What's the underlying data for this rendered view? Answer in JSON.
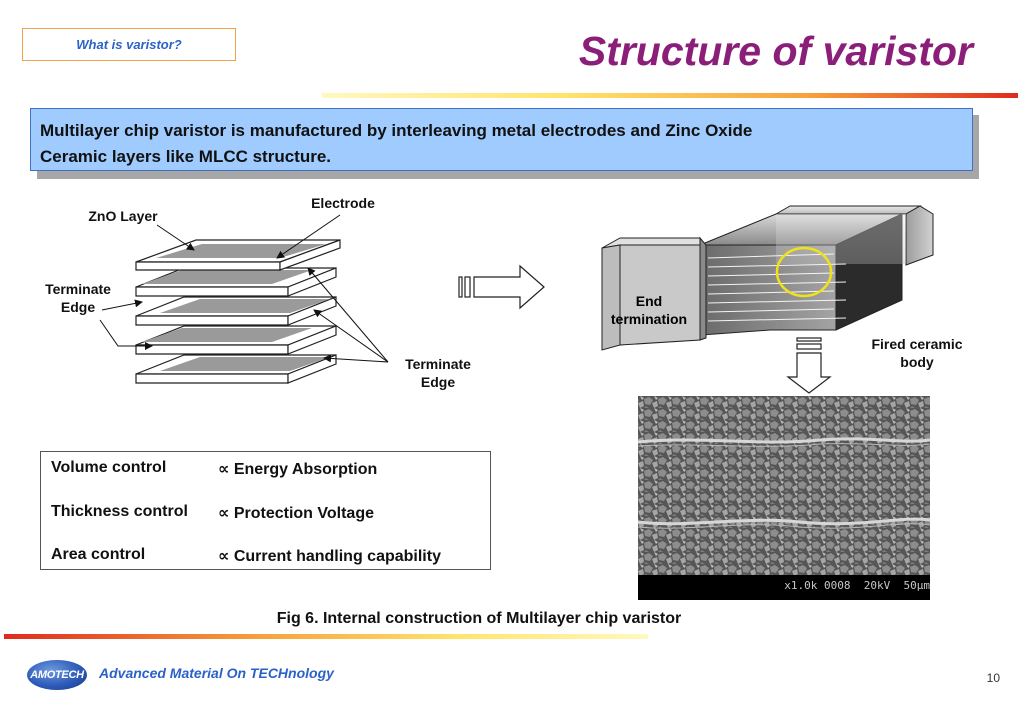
{
  "header": {
    "nav_label": "What is varistor?",
    "title": "Structure of varistor"
  },
  "callout": {
    "line1": "Multilayer chip varistor is manufactured by interleaving metal electrodes and Zinc Oxide",
    "line2": "Ceramic layers like MLCC structure."
  },
  "layer_diagram": {
    "zno_label": "ZnO Layer",
    "electrode_label": "Electrode",
    "left_edge_label": [
      "Terminate",
      "Edge"
    ],
    "right_edge_label": [
      "Terminate",
      "Edge"
    ]
  },
  "chip_diagram": {
    "end_termination_label": [
      "End",
      "termination"
    ],
    "fired_body_label": [
      "Fired ceramic",
      "body"
    ]
  },
  "properties": [
    {
      "control": "Volume control",
      "relation": "∝ Energy Absorption"
    },
    {
      "control": "Thickness control",
      "relation": "∝  Protection Voltage"
    },
    {
      "control": "Area control",
      "relation": "∝ Current handling capability"
    }
  ],
  "sem_image": {
    "caption": "x1.0k 0008  20kV  50µm"
  },
  "figure_caption": "Fig 6. Internal construction of Multilayer chip varistor",
  "footer": {
    "logo_text": "AMOTECH",
    "tagline": "Advanced Material On TECHnology",
    "page_number": "10"
  },
  "colors": {
    "title": "#8b1e78",
    "callout_fill": "#9fcbff",
    "callout_border": "#3f6fc6",
    "link_blue": "#2a62c8",
    "highlight_circle": "#f0e21a"
  }
}
